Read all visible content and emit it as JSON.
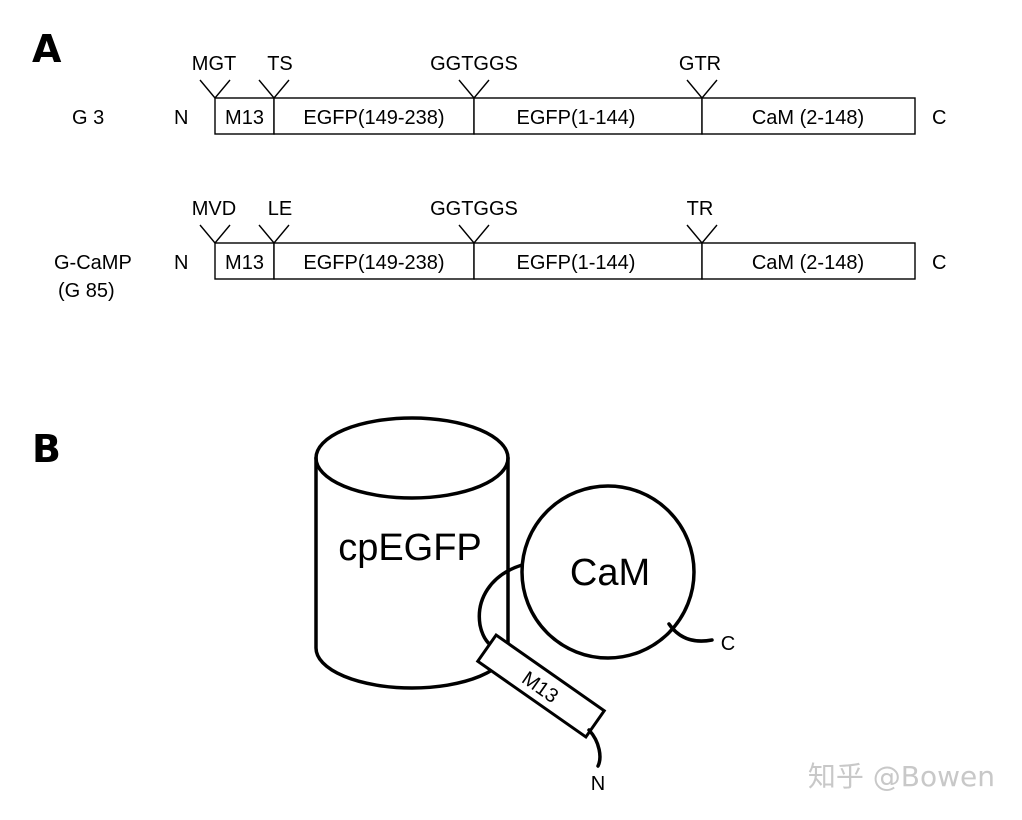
{
  "panel_a_label": "A",
  "panel_b_label": "B",
  "constructs": [
    {
      "name": "G 3",
      "name_line2": "",
      "n_terminus": "N",
      "c_terminus": "C",
      "domains": [
        "M13",
        "EGFP(149-238)",
        "EGFP(1-144)",
        "CaM (2-148)"
      ],
      "linkers": [
        "MGT",
        "TS",
        "GGTGGS",
        "GTR"
      ]
    },
    {
      "name": "G-CaMP",
      "name_line2": "(G 85)",
      "n_terminus": "N",
      "c_terminus": "C",
      "domains": [
        "M13",
        "EGFP(149-238)",
        "EGFP(1-144)",
        "CaM (2-148)"
      ],
      "linkers": [
        "MVD",
        "LE",
        "GGTGGS",
        "TR"
      ]
    }
  ],
  "schematic": {
    "barrel_label": "cpEGFP",
    "sphere_label": "CaM",
    "peptide_label": "M13",
    "n_terminus": "N",
    "c_terminus": "C"
  },
  "watermark": "知乎 @Bowen"
}
